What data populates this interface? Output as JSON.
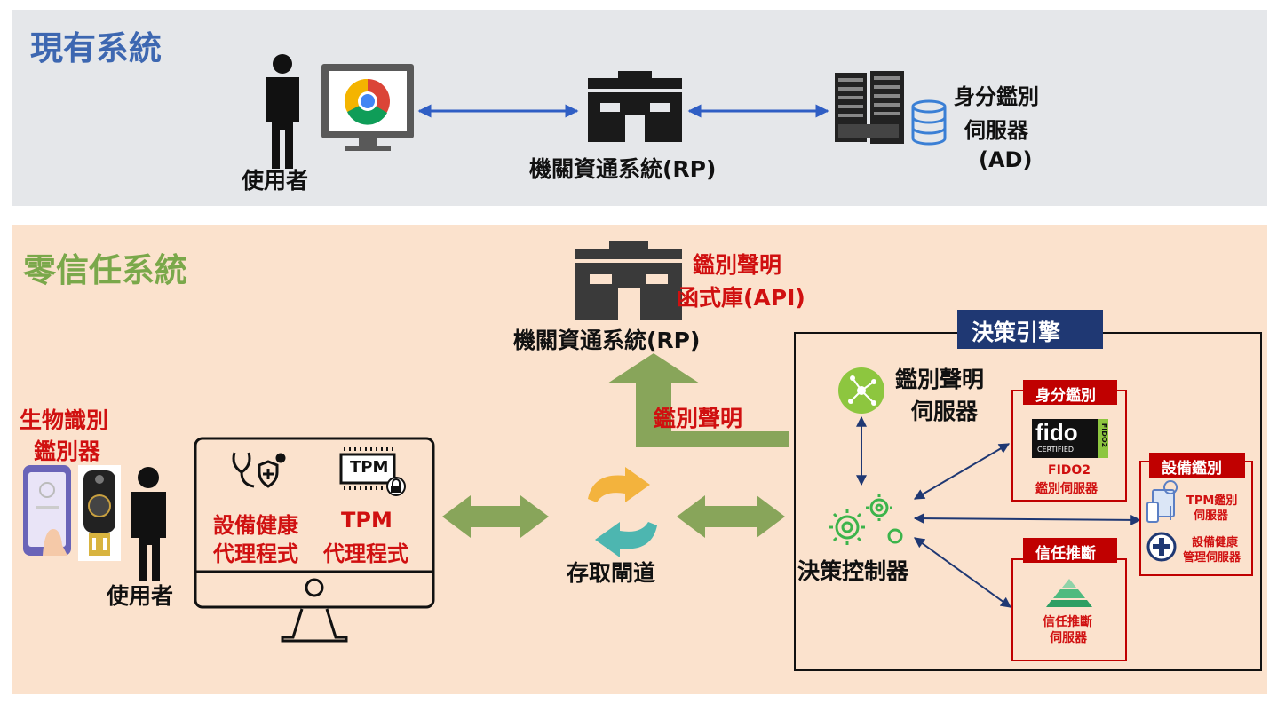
{
  "colors": {
    "top_bg": "#e5e7ea",
    "bottom_bg": "#fbe2cd",
    "title_blue": "#3d67b1",
    "title_green": "#7aa84a",
    "arrow_blue": "#2f5ec4",
    "arrow_green": "#88a55a",
    "label_red": "#d01010",
    "dark_red_box": "#c00000",
    "navy": "#1f3873"
  },
  "existing": {
    "title": "現有系統",
    "user_label": "使用者",
    "rp_label": "機關資通系統(RP)",
    "ad_label": [
      "身分鑑別",
      "伺服器",
      "(AD)"
    ]
  },
  "zerotrust": {
    "title": "零信任系統",
    "rp_label": "機關資通系統(RP)",
    "api_label": [
      "鑑別聲明",
      "函式庫(API)"
    ],
    "assertion_arrow_label": "鑑別聲明",
    "bio_label": [
      "生物識別",
      "鑑別器"
    ],
    "user_label": "使用者",
    "device_agent_label": [
      "設備健康",
      "代理程式"
    ],
    "tpm_chip_label": "TPM",
    "tpm_agent_label": [
      "TPM",
      "代理程式"
    ],
    "gateway_label": "存取閘道",
    "decision_engine": {
      "title": "決策引擎",
      "assertion_server_label": [
        "鑑別聲明",
        "伺服器"
      ],
      "controller_label": "決策控制器",
      "identity_box": {
        "title": "身分鑑別",
        "logo_text": "fido",
        "logo_sub": "CERTIFIED",
        "logo_side": "FIDO2",
        "caption": [
          "FIDO2",
          "鑑別伺服器"
        ]
      },
      "trust_box": {
        "title": "信任推斷",
        "caption": [
          "信任推斷",
          "伺服器"
        ]
      },
      "device_box": {
        "title": "設備鑑別",
        "tpm_caption": [
          "TPM鑑別",
          "伺服器"
        ],
        "health_caption": [
          "設備健康",
          "管理伺服器"
        ]
      }
    }
  }
}
